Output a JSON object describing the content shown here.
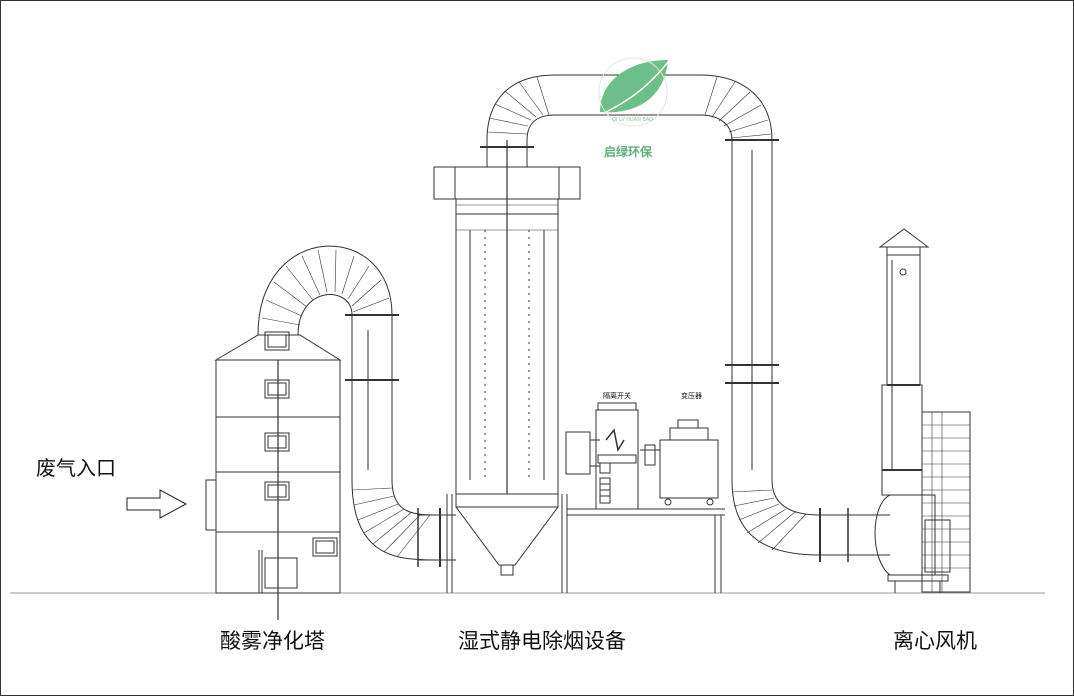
{
  "labels": {
    "inlet": "废气入口",
    "tower": "酸雾净化塔",
    "esp": "湿式静电除烟设备",
    "fan": "离心风机",
    "switch": "隔离开关",
    "transformer": "变压器"
  },
  "logo": {
    "name": "启绿环保",
    "subtitle": "QI LV HUAN BAO",
    "badge": "启绿"
  },
  "colors": {
    "line": "#333333",
    "logo_green": "#5fb07a"
  }
}
